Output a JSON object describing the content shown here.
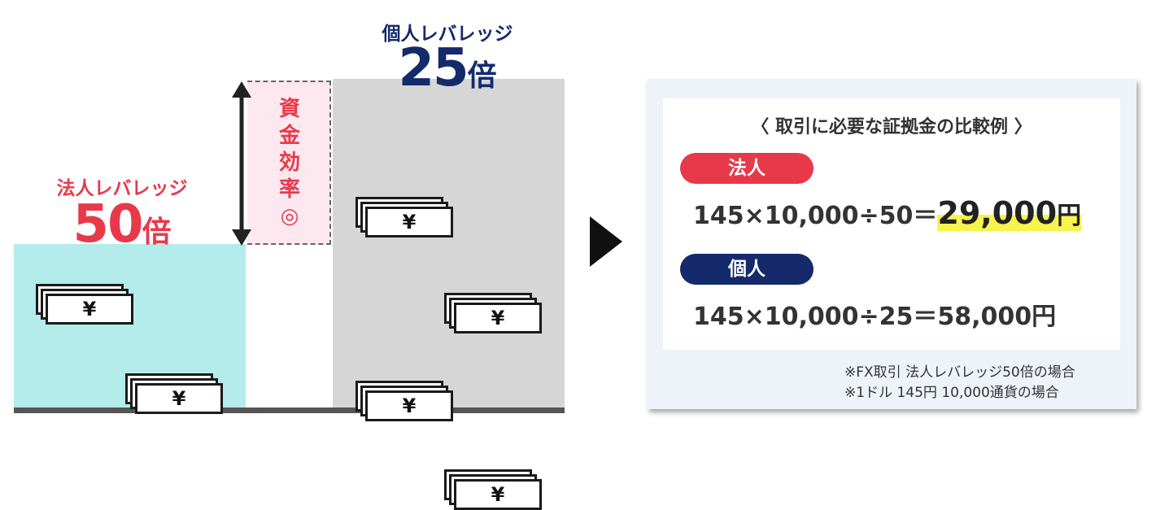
{
  "corporate": {
    "title": "法人レバレッジ",
    "multiplier": "50",
    "unit": "倍",
    "color": "#e8394a",
    "bg_color": "#b4ebeb"
  },
  "individual": {
    "title": "個人レバレッジ",
    "multiplier": "25",
    "unit": "倍",
    "color": "#142a6b",
    "bg_color": "#d6d6d6"
  },
  "efficiency": {
    "chars": [
      "資",
      "金",
      "効",
      "率",
      "◎"
    ]
  },
  "note_symbol": "¥",
  "comparison": {
    "title": "〈 取引に必要な証拠金の比較例 〉",
    "corporate": {
      "label": "法人",
      "formula": "145×10,000÷50＝",
      "result": "29,000",
      "unit": "円"
    },
    "individual": {
      "label": "個人",
      "formula": "145×10,000÷25＝58,000円"
    },
    "notes": [
      "※FX取引 法人レバレッジ50倍の場合",
      "※1ドル 145円 10,000通貨の場合"
    ]
  }
}
